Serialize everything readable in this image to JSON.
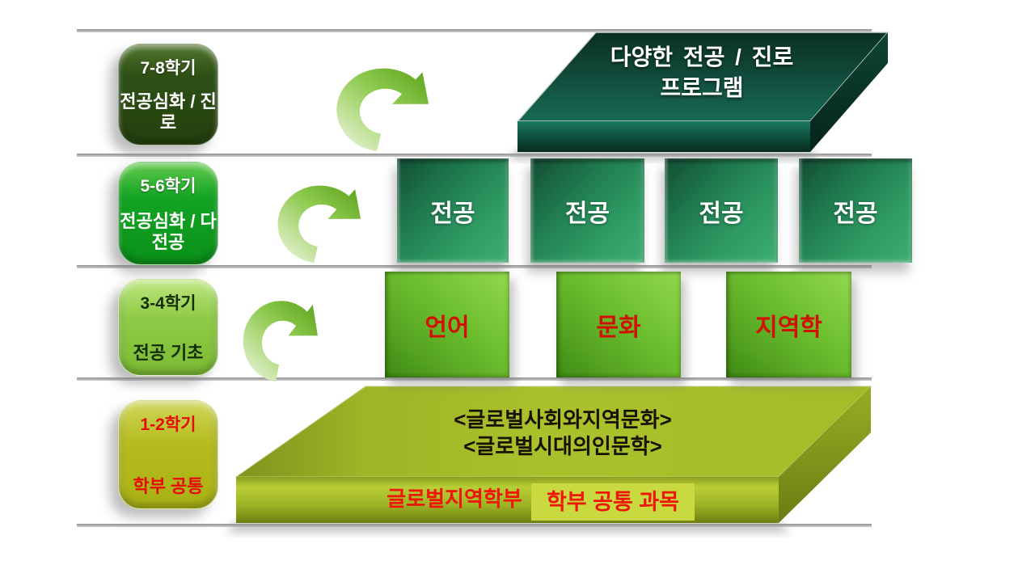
{
  "diagram": {
    "program_box": {
      "line1": "다양한 전공 / 진로",
      "line2": "프로그램"
    },
    "semester_badges": [
      {
        "semester": "7-8학기",
        "label_line1": "전공심화",
        "label_line2": "/ 진로"
      },
      {
        "semester": "5-6학기",
        "label_line1": "전공심화",
        "label_line2": "/ 다전공"
      },
      {
        "semester": "3-4학기",
        "label_line1": "전공 기초",
        "label_line2": ""
      },
      {
        "semester": "1-2학기",
        "label_line1": "학부 공통",
        "label_line2": ""
      }
    ],
    "major_boxes": [
      "전공",
      "전공",
      "전공",
      "전공"
    ],
    "foundation_boxes": [
      "언어",
      "문화",
      "지역학"
    ],
    "platform": {
      "subject_line1": "<글로벌사회와지역문화>",
      "subject_line2": "<글로벌시대의인문학>",
      "department": "글로벌지역학부",
      "common_courses": "학부 공통 과목"
    },
    "colors": {
      "dark_slab_green": "#0d4032",
      "major_box_green": "#2e9960",
      "foundation_green": "#6ab52c",
      "platform_lime": "#a9bf2b",
      "badge_dark_green": "#2e5015",
      "badge_green": "#12a324",
      "badge_light_green": "#8ecb46",
      "badge_olive": "#b4bc1e",
      "red_text": "#ef1507",
      "divider_gray": "#9b9b9b",
      "arrow_green": "#6fb62e"
    }
  }
}
